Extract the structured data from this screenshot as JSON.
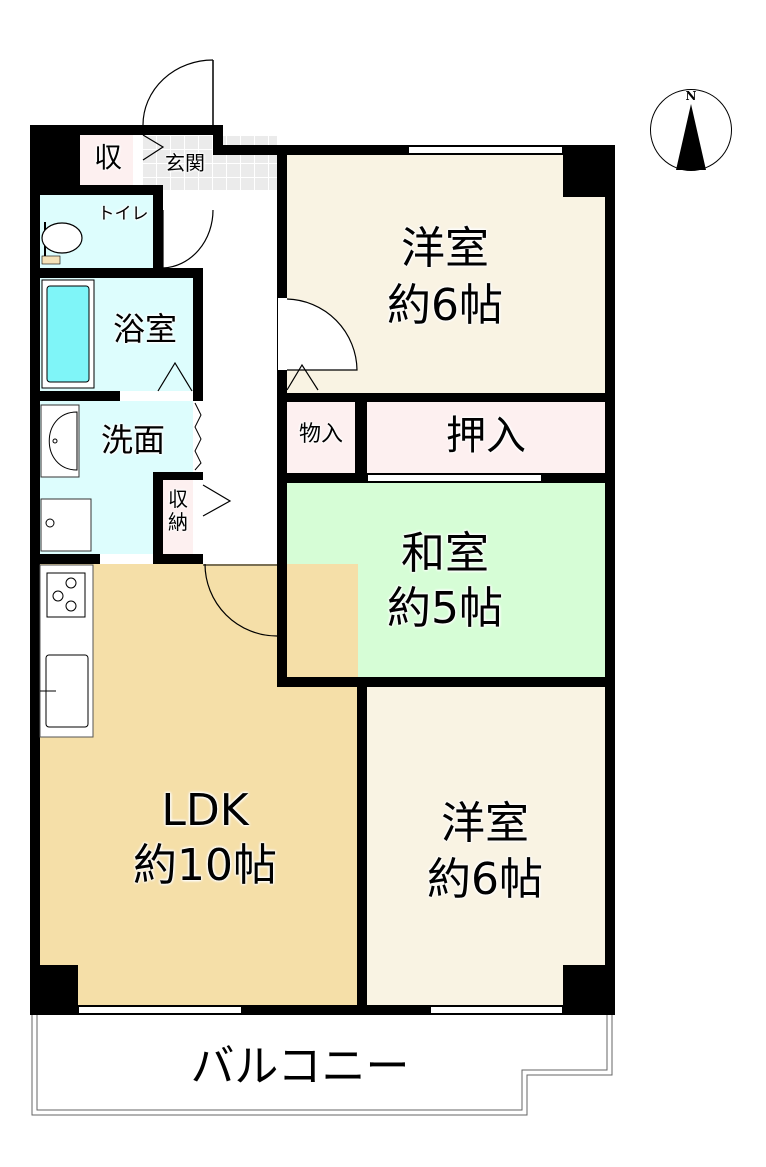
{
  "floor_plan": {
    "rooms": {
      "storage_entry": {
        "label": "収"
      },
      "entrance": {
        "label": "玄関"
      },
      "toilet": {
        "label": "トイレ"
      },
      "bath": {
        "label": "浴室"
      },
      "washroom": {
        "label": "洗面"
      },
      "storage_wash": {
        "label": "収\n納"
      },
      "western_room_1": {
        "label": "洋室",
        "size": "約6帖"
      },
      "closet_small": {
        "label": "物入"
      },
      "closet_oshiire": {
        "label": "押入"
      },
      "japanese_room": {
        "label": "和室",
        "size": "約5帖"
      },
      "ldk": {
        "label": "LDK",
        "size": "約10帖"
      },
      "western_room_2": {
        "label": "洋室",
        "size": "約6帖"
      },
      "balcony": {
        "label": "バルコニー"
      }
    },
    "compass": {
      "label": "N"
    },
    "colors": {
      "western": "#f9f3e3",
      "japanese": "#d6fdd6",
      "ldk": "#f5dfa8",
      "water": "#ddfdfd",
      "bathtub": "#7ff5f8",
      "storage": "#fdf0f0",
      "entrance_tile": "#ebebeb",
      "wall": "#000000"
    }
  }
}
